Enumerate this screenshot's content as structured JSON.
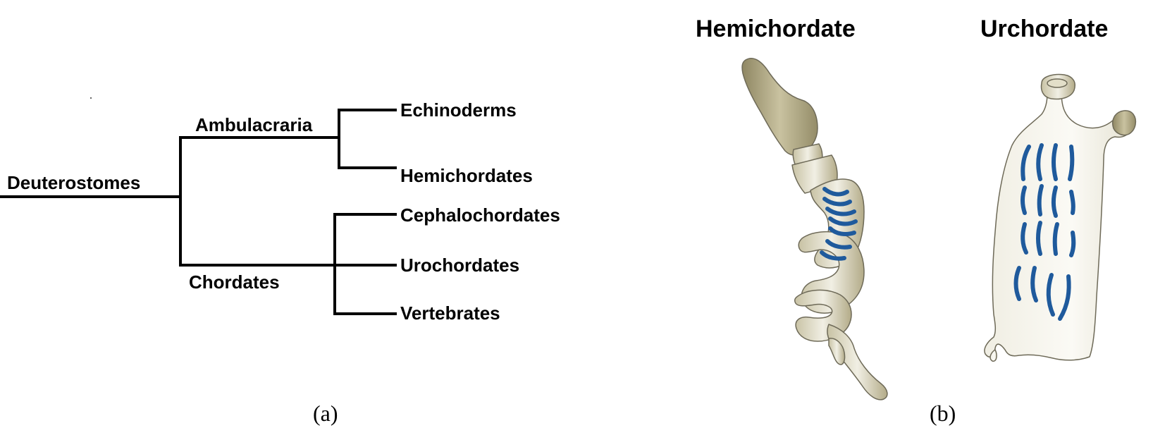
{
  "panel_a": {
    "caption": "(a)",
    "tree": {
      "root": "Deuterostomes",
      "clade_ambulacraria": "Ambulacraria",
      "clade_chordates": "Chordates",
      "taxa": {
        "echinoderms": "Echinoderms",
        "hemichordates": "Hemichordates",
        "cephalochordates": "Cephalochordates",
        "urochordates": "Urochordates",
        "vertebrates": "Vertebrates"
      }
    }
  },
  "panel_b": {
    "caption": "(b)",
    "hemichordate_title": "Hemichordate",
    "urochordate_title": "Urchordate"
  },
  "colors": {
    "line": "#000000",
    "body_fill_light": "#efede2",
    "body_fill_dark": "#a8a07c",
    "outline": "#6e6a58",
    "gill_slits": "#1f5a9c"
  }
}
